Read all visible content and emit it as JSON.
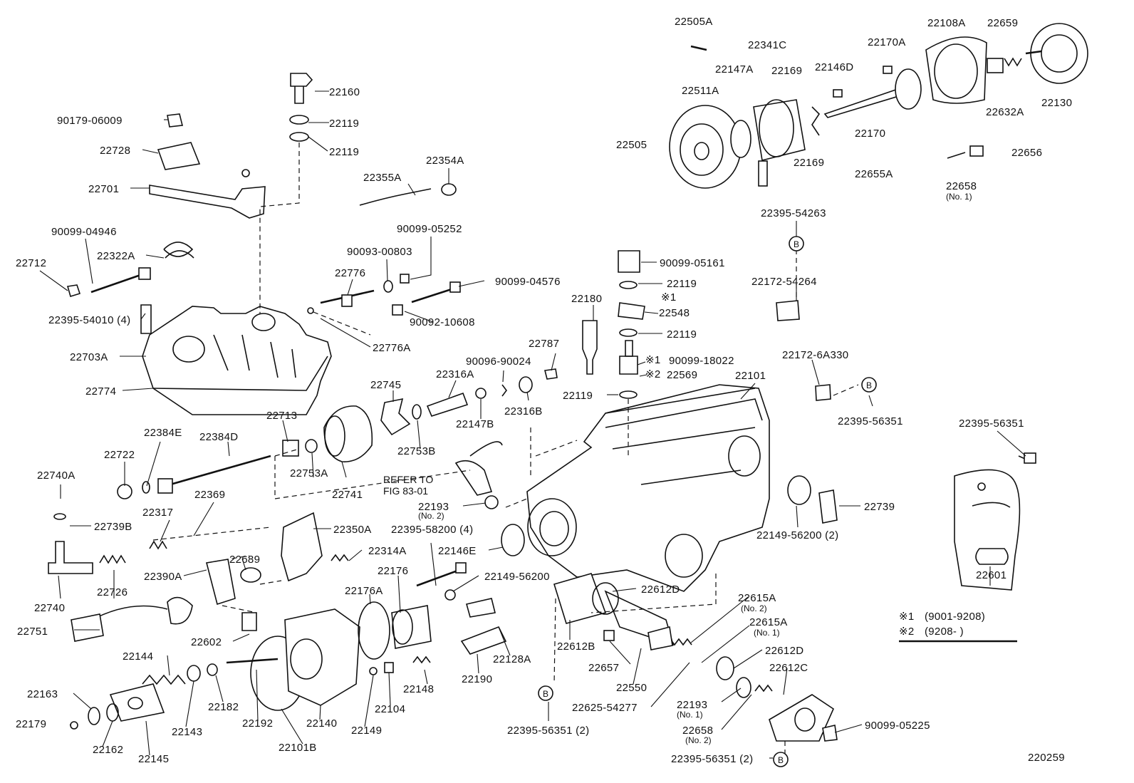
{
  "diagram": {
    "figure_number": "220259",
    "refer_note": [
      "REFER TO",
      "FIG 83-01"
    ],
    "circle_marker": "B",
    "legend": [
      {
        "symbol": "※1",
        "text": "(9001-9208)"
      },
      {
        "symbol": "※2",
        "text": "(9208-      )"
      }
    ],
    "notes": {
      "n22658a": "(No. 1)",
      "n22193a": "(No. 2)",
      "n22615a": "(No. 2)",
      "n22615b": "(No. 1)",
      "n22193b": "(No. 1)",
      "n22658b": "(No. 2)",
      "mark1": "※1",
      "mark1b": "※1",
      "mark2": "※2"
    },
    "labels": {
      "p22505A": "22505A",
      "p22341C": "22341C",
      "p22108A": "22108A",
      "p22659": "22659",
      "p22170A": "22170A",
      "p22147A": "22147A",
      "p22169a": "22169",
      "p22146D": "22146D",
      "p22511A": "22511A",
      "p22632A": "22632A",
      "p22130": "22130",
      "p22505": "22505",
      "p22170": "22170",
      "p22169b": "22169",
      "p22656": "22656",
      "p22655A": "22655A",
      "p22658a": "22658",
      "p22160": "22160",
      "p90179": "90179-06009",
      "p22119a": "22119",
      "p22119b": "22119",
      "p22728": "22728",
      "p22354A": "22354A",
      "p22355A": "22355A",
      "p22701": "22701",
      "p22395_54263": "22395-54263",
      "p90099_04946": "90099-04946",
      "p90099_05252": "90099-05252",
      "p22322A": "22322A",
      "p90093": "90093-00803",
      "p90099_05161": "90099-05161",
      "p22712": "22712",
      "p22776": "22776",
      "p90099_04576": "90099-04576",
      "p22119c": "22119",
      "p22172_54264": "22172-54264",
      "p22395_54010": "22395-54010 (4)",
      "p22180": "22180",
      "p90092": "90092-10608",
      "p22548": "22548",
      "p22119d": "22119",
      "p22703A": "22703A",
      "p22776A": "22776A",
      "p22787": "22787",
      "p90099_18022": "90099-18022",
      "p22172_6A330": "22172-6A330",
      "p90096": "90096-90024",
      "p22316A": "22316A",
      "p22569": "22569",
      "p22101": "22101",
      "p22774": "22774",
      "p22745": "22745",
      "p22119e": "22119",
      "p22316B": "22316B",
      "p22713": "22713",
      "p22147B": "22147B",
      "p22395_56351a": "22395-56351",
      "p22384E": "22384E",
      "p22384D": "22384D",
      "p22753B": "22753B",
      "p22395_56351b": "22395-56351",
      "p22722": "22722",
      "p22753A": "22753A",
      "p22740A": "22740A",
      "p22741": "22741",
      "p22369": "22369",
      "p22193a": "22193",
      "p22739": "22739",
      "p22317": "22317",
      "p22739B": "22739B",
      "p22350A": "22350A",
      "p22395_58200": "22395-58200 (4)",
      "p22149_56200_2": "22149-56200 (2)",
      "p22314A": "22314A",
      "p22146E": "22146E",
      "p22689": "22689",
      "p22176": "22176",
      "p22390A": "22390A",
      "p22726": "22726",
      "p22149_56200": "22149-56200",
      "p22601": "22601",
      "p22612D": "22612D",
      "p22740": "22740",
      "p22176A": "22176A",
      "p22615A_2": "22615A",
      "p22751": "22751",
      "p22602": "22602",
      "p22612B": "22612B",
      "p22615A_1": "22615A",
      "p22144": "22144",
      "p22128A": "22128A",
      "p22612Db": "22612D",
      "p22657": "22657",
      "p22612C": "22612C",
      "p22163": "22163",
      "p22148": "22148",
      "p22190": "22190",
      "p22550": "22550",
      "p22182": "22182",
      "p22104": "22104",
      "p22193b": "22193",
      "p22179": "22179",
      "p22143": "22143",
      "p22192": "22192",
      "p22140": "22140",
      "p22149": "22149",
      "p22625": "22625-54277",
      "p90099_05225": "90099-05225",
      "p22658b": "22658",
      "p22162": "22162",
      "p22145": "22145",
      "p22101B": "22101B",
      "p22395_56351_2a": "22395-56351 (2)",
      "p22395_56351_2b": "22395-56351 (2)"
    }
  }
}
